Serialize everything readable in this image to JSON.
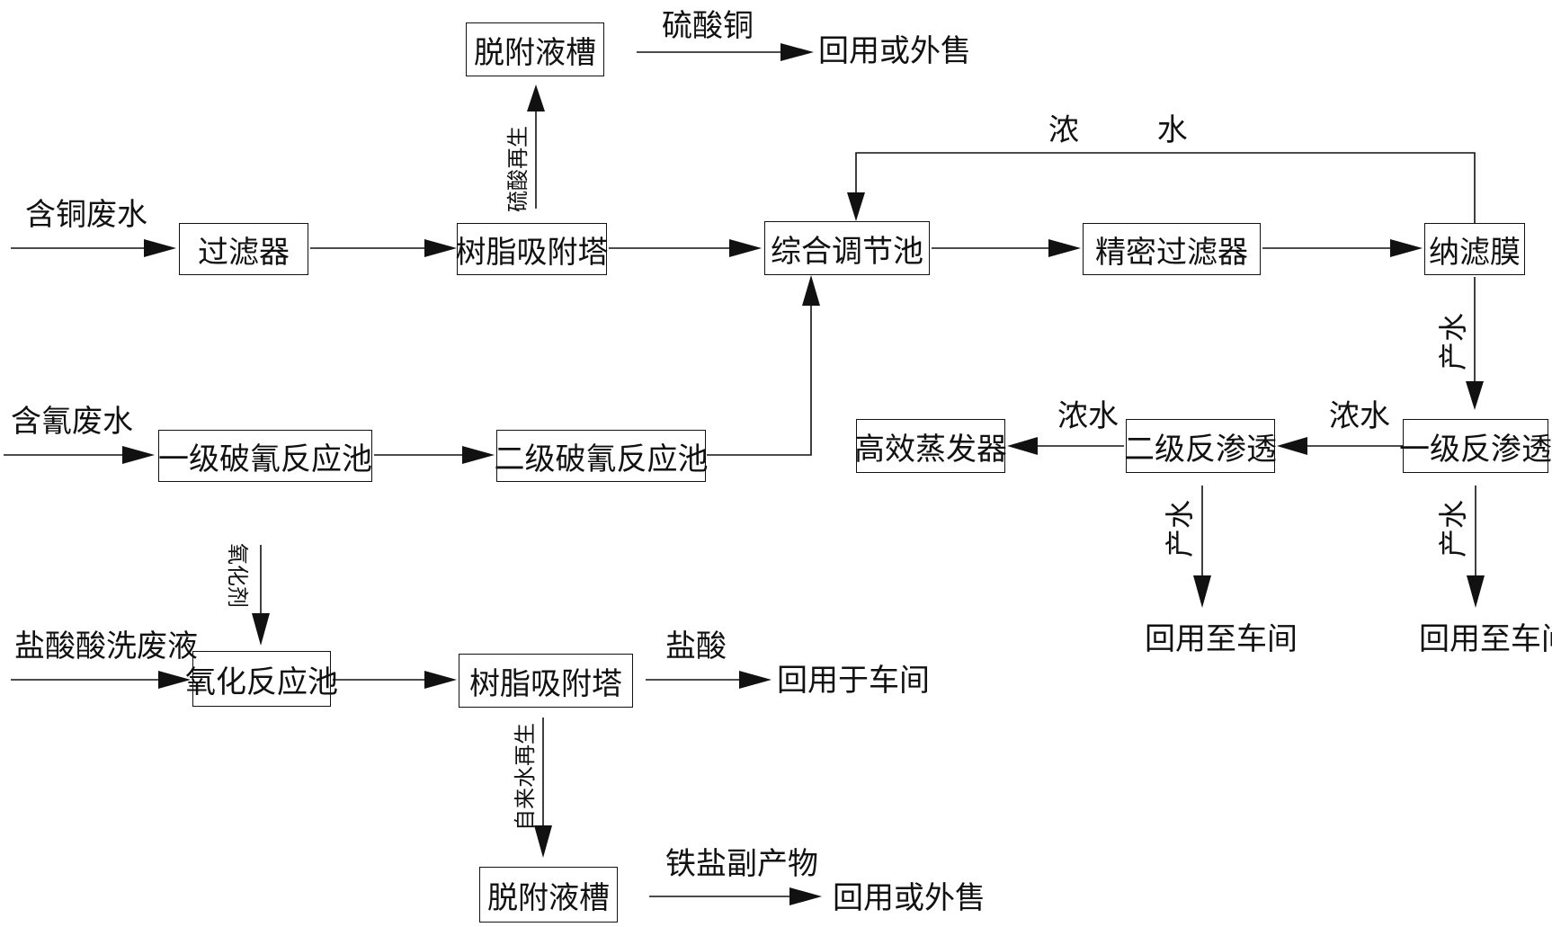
{
  "nodes": {
    "desorb_top": "脱附液槽",
    "filter": "过滤器",
    "resin_top": "树脂吸附塔",
    "equalize": "综合调节池",
    "precision_filter": "精密过滤器",
    "nanofilter": "纳滤膜",
    "cn1": "一级破氰反应池",
    "cn2": "二级破氰反应池",
    "evaporator": "高效蒸发器",
    "ro2": "二级反渗透",
    "ro1": "一级反渗透",
    "oxidation": "氧化反应池",
    "resin_bottom": "树脂吸附塔",
    "desorb_bottom": "脱附液槽"
  },
  "labels": {
    "copper_sulfate": "硫酸铜",
    "reuse_sell_top": "回用或外售",
    "concentrate_top": "浓 水",
    "copper_wastewater": "含铜废水",
    "sulfuric_regen": "硫酸再生",
    "cyanide_wastewater": "含氰废水",
    "product_water_nf": "产水",
    "concentrate_ro1": "浓水",
    "concentrate_ro2": "浓水",
    "product_water_ro2": "产水",
    "product_water_ro1": "产水",
    "reuse_workshop_ro2": "回用至车间",
    "reuse_workshop_ro1": "回用至车间",
    "oxidant": "氧化剂",
    "hcl_wastewater": "盐酸酸洗废液",
    "hcl": "盐酸",
    "reuse_workshop_hcl": "回用于车间",
    "tapwater_regen": "自来水再生",
    "iron_salt": "铁盐副产物",
    "reuse_sell_bottom": "回用或外售"
  }
}
